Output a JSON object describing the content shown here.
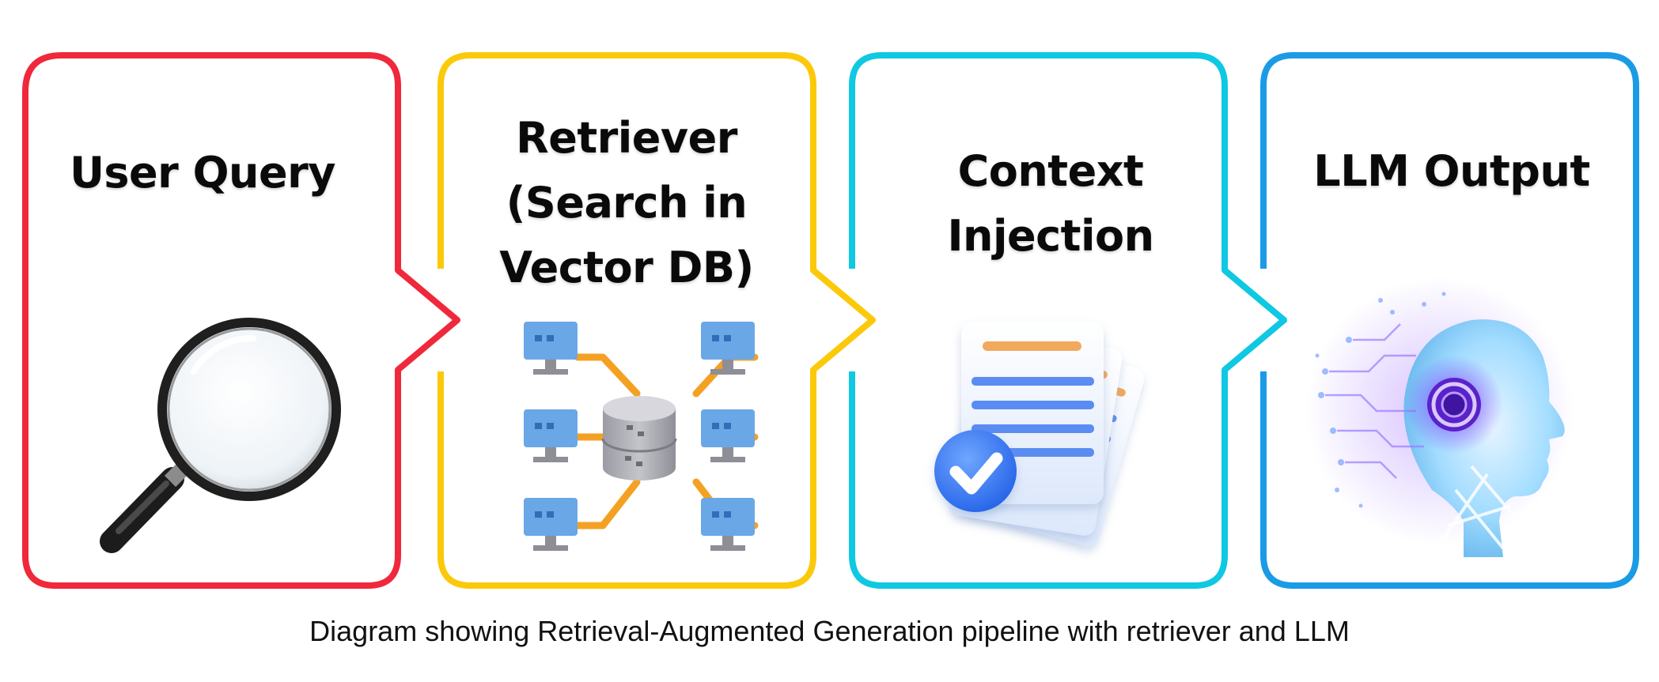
{
  "stages": [
    {
      "title": "User Query",
      "color": "#f0283b",
      "icon": "magnifier-icon"
    },
    {
      "title": "Retriever\n(Search in\nVector DB)",
      "color": "#fbc90a",
      "icon": "vector-db-network-icon"
    },
    {
      "title": "Context\nInjection",
      "color": "#0fc8e2",
      "icon": "documents-check-icon"
    },
    {
      "title": "LLM Output",
      "color": "#1b9be6",
      "icon": "ai-head-icon"
    }
  ],
  "caption": "Diagram showing Retrieval-Augmented Generation pipeline with retriever and LLM"
}
